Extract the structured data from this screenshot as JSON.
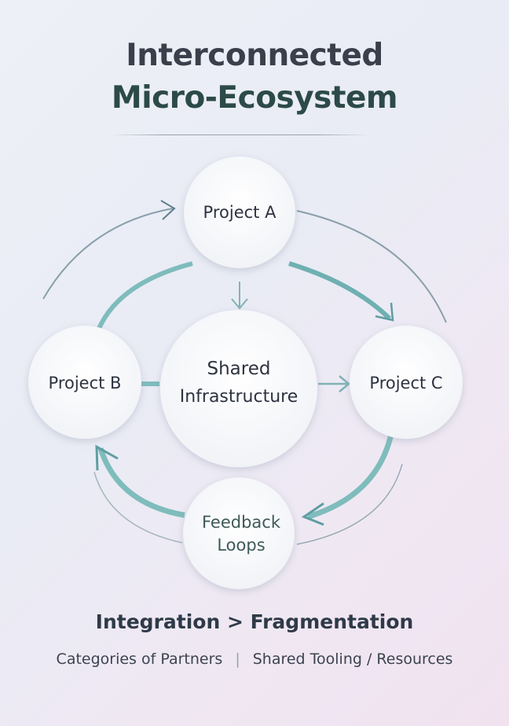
{
  "title": {
    "line1": "Interconnected",
    "line2": "Micro-Ecosystem"
  },
  "nodes": {
    "project_a": "Project A",
    "project_b": "Project B",
    "project_c": "Project C",
    "shared_line1": "Shared",
    "shared_line2": "Infrastructure",
    "feedback_line1": "Feedback",
    "feedback_line2": "Loops"
  },
  "tagline": "Integration > Fragmentation",
  "subtitle": {
    "left": "Categories of Partners",
    "separator": "|",
    "right": "Shared Tooling / Resources"
  },
  "colors": {
    "teal": "#7fbcbc",
    "thin": "#5f7f8c",
    "title": "#3b3f4b",
    "title_accent": "#2c4a49"
  }
}
